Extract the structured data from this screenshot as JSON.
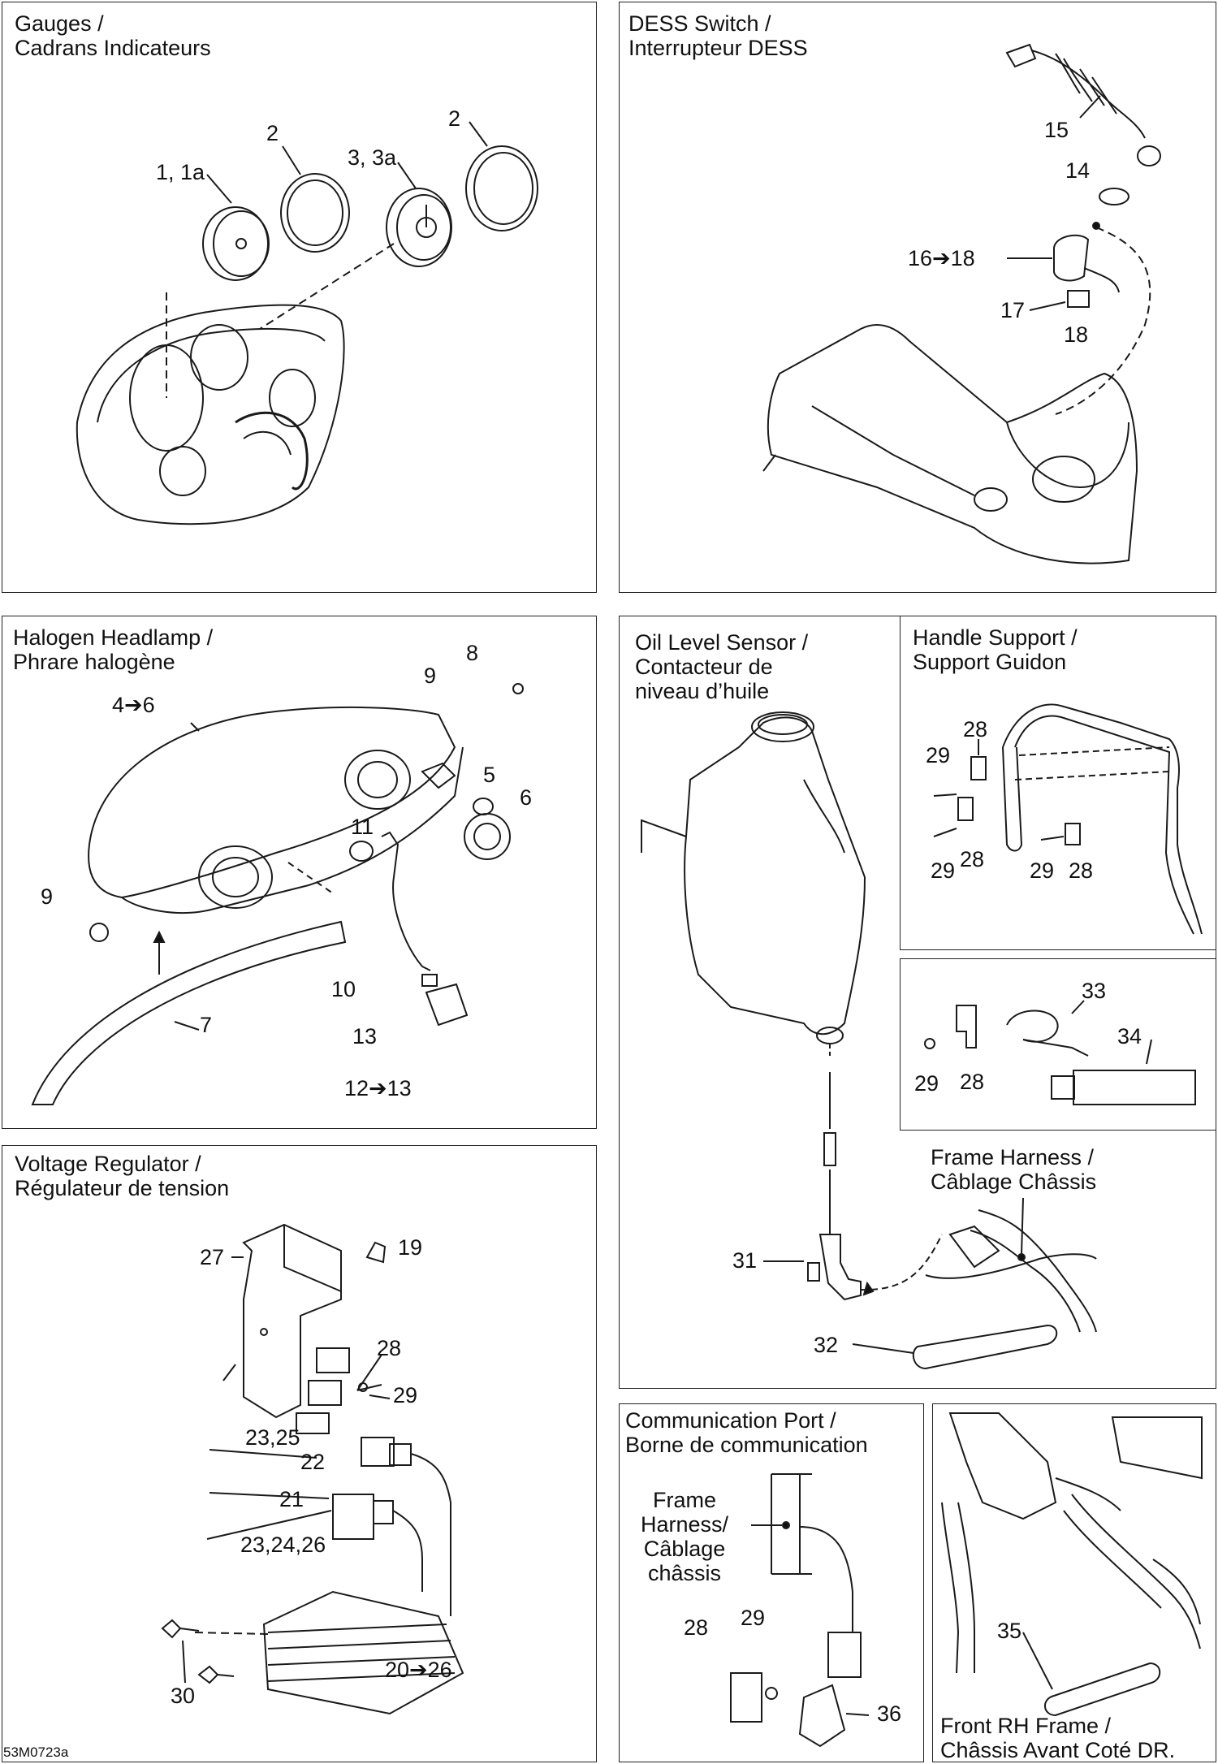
{
  "diagram_ref": "53M0723a",
  "panels": {
    "gauges": {
      "title_line1": "Gauges /",
      "title_line2": "Cadrans Indicateurs"
    },
    "dess": {
      "title_line1": "DESS Switch /",
      "title_line2": "Interrupteur DESS"
    },
    "headlamp": {
      "title_line1": "Halogen Headlamp /",
      "title_line2": "Phrare halogène"
    },
    "oil": {
      "title_line1": "Oil Level Sensor /",
      "title_line2": "Contacteur de",
      "title_line3": "niveau d’huile"
    },
    "handle": {
      "title_line1": "Handle Support /",
      "title_line2": "Support Guidon"
    },
    "voltage": {
      "title_line1": "Voltage Regulator /",
      "title_line2": "Régulateur de tension"
    },
    "frame_harness": {
      "title_line1": "Frame Harness /",
      "title_line2": "Câblage Châssis"
    },
    "comm": {
      "title_line1": "Communication Port /",
      "title_line2": "Borne de communication",
      "inner_label": [
        "Frame",
        "Harness/",
        "Câblage",
        "châssis"
      ]
    },
    "front_rh": {
      "title_line1": "Front RH Frame  /",
      "title_line2": "Châssis Avant Coté DR."
    }
  },
  "callouts": {
    "g_1": "1, 1a",
    "g_2a": "2",
    "g_3": "3, 3a",
    "g_2b": "2",
    "d_15": "15",
    "d_14": "14",
    "d_16": "16➔18",
    "d_17": "17",
    "d_18": "18",
    "h_8": "8",
    "h_9a": "9",
    "h_4": "4➔6",
    "h_5": "5",
    "h_6": "6",
    "h_11": "11",
    "h_9b": "9",
    "h_10": "10",
    "h_7": "7",
    "h_13": "13",
    "h_12": "12➔13",
    "hs_28a": "28",
    "hs_29a": "29",
    "hs_29b": "29",
    "hs_28b": "28",
    "hs_29c": "29",
    "hs_28c": "28",
    "k_33": "33",
    "k_34": "34",
    "k_29": "29",
    "k_28": "28",
    "o_31": "31",
    "o_32": "32",
    "v_27": "27",
    "v_19": "19",
    "v_28": "28",
    "v_29": "29",
    "v_23a": "23,25",
    "v_22": "22",
    "v_21": "21",
    "v_23b": "23,24,26",
    "v_30": "30",
    "v_20": "20➔26",
    "c_28": "28",
    "c_29": "29",
    "c_36": "36",
    "f_35": "35"
  }
}
